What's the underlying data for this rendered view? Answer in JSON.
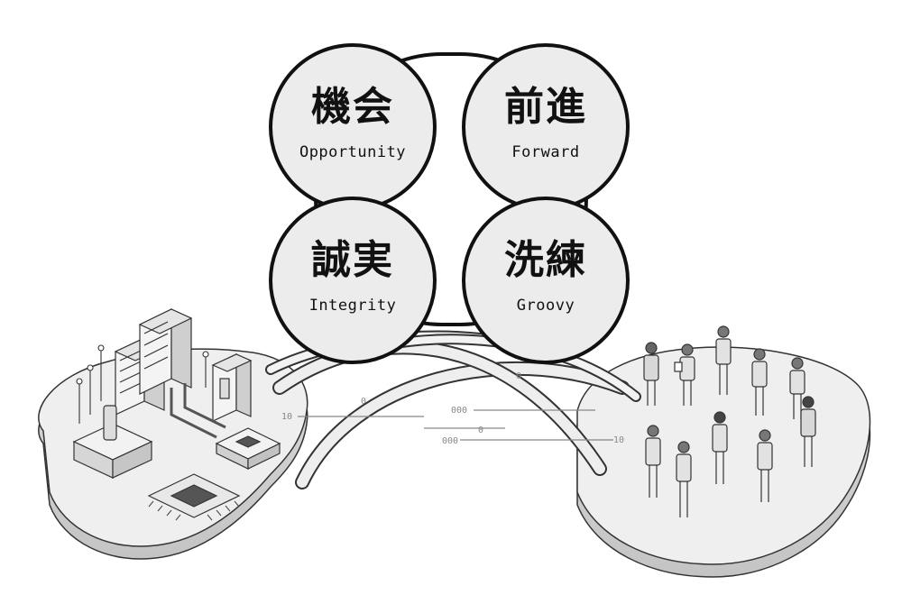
{
  "values": [
    {
      "kanji": "機会",
      "english": "Opportunity"
    },
    {
      "kanji": "前進",
      "english": "Forward"
    },
    {
      "kanji": "誠実",
      "english": "Integrity"
    },
    {
      "kanji": "洗練",
      "english": "Groovy"
    }
  ],
  "bridge_labels": [
    "10",
    "0",
    "000",
    "000",
    "0",
    "0",
    "10"
  ],
  "colors": {
    "ink": "#111111",
    "circle_fill": "#ececec",
    "platform_top": "#efefef",
    "platform_side": "#d4d4d4"
  },
  "icons": [
    "server-rack-icon",
    "chip-icon",
    "people-icon",
    "bridge-icon"
  ]
}
